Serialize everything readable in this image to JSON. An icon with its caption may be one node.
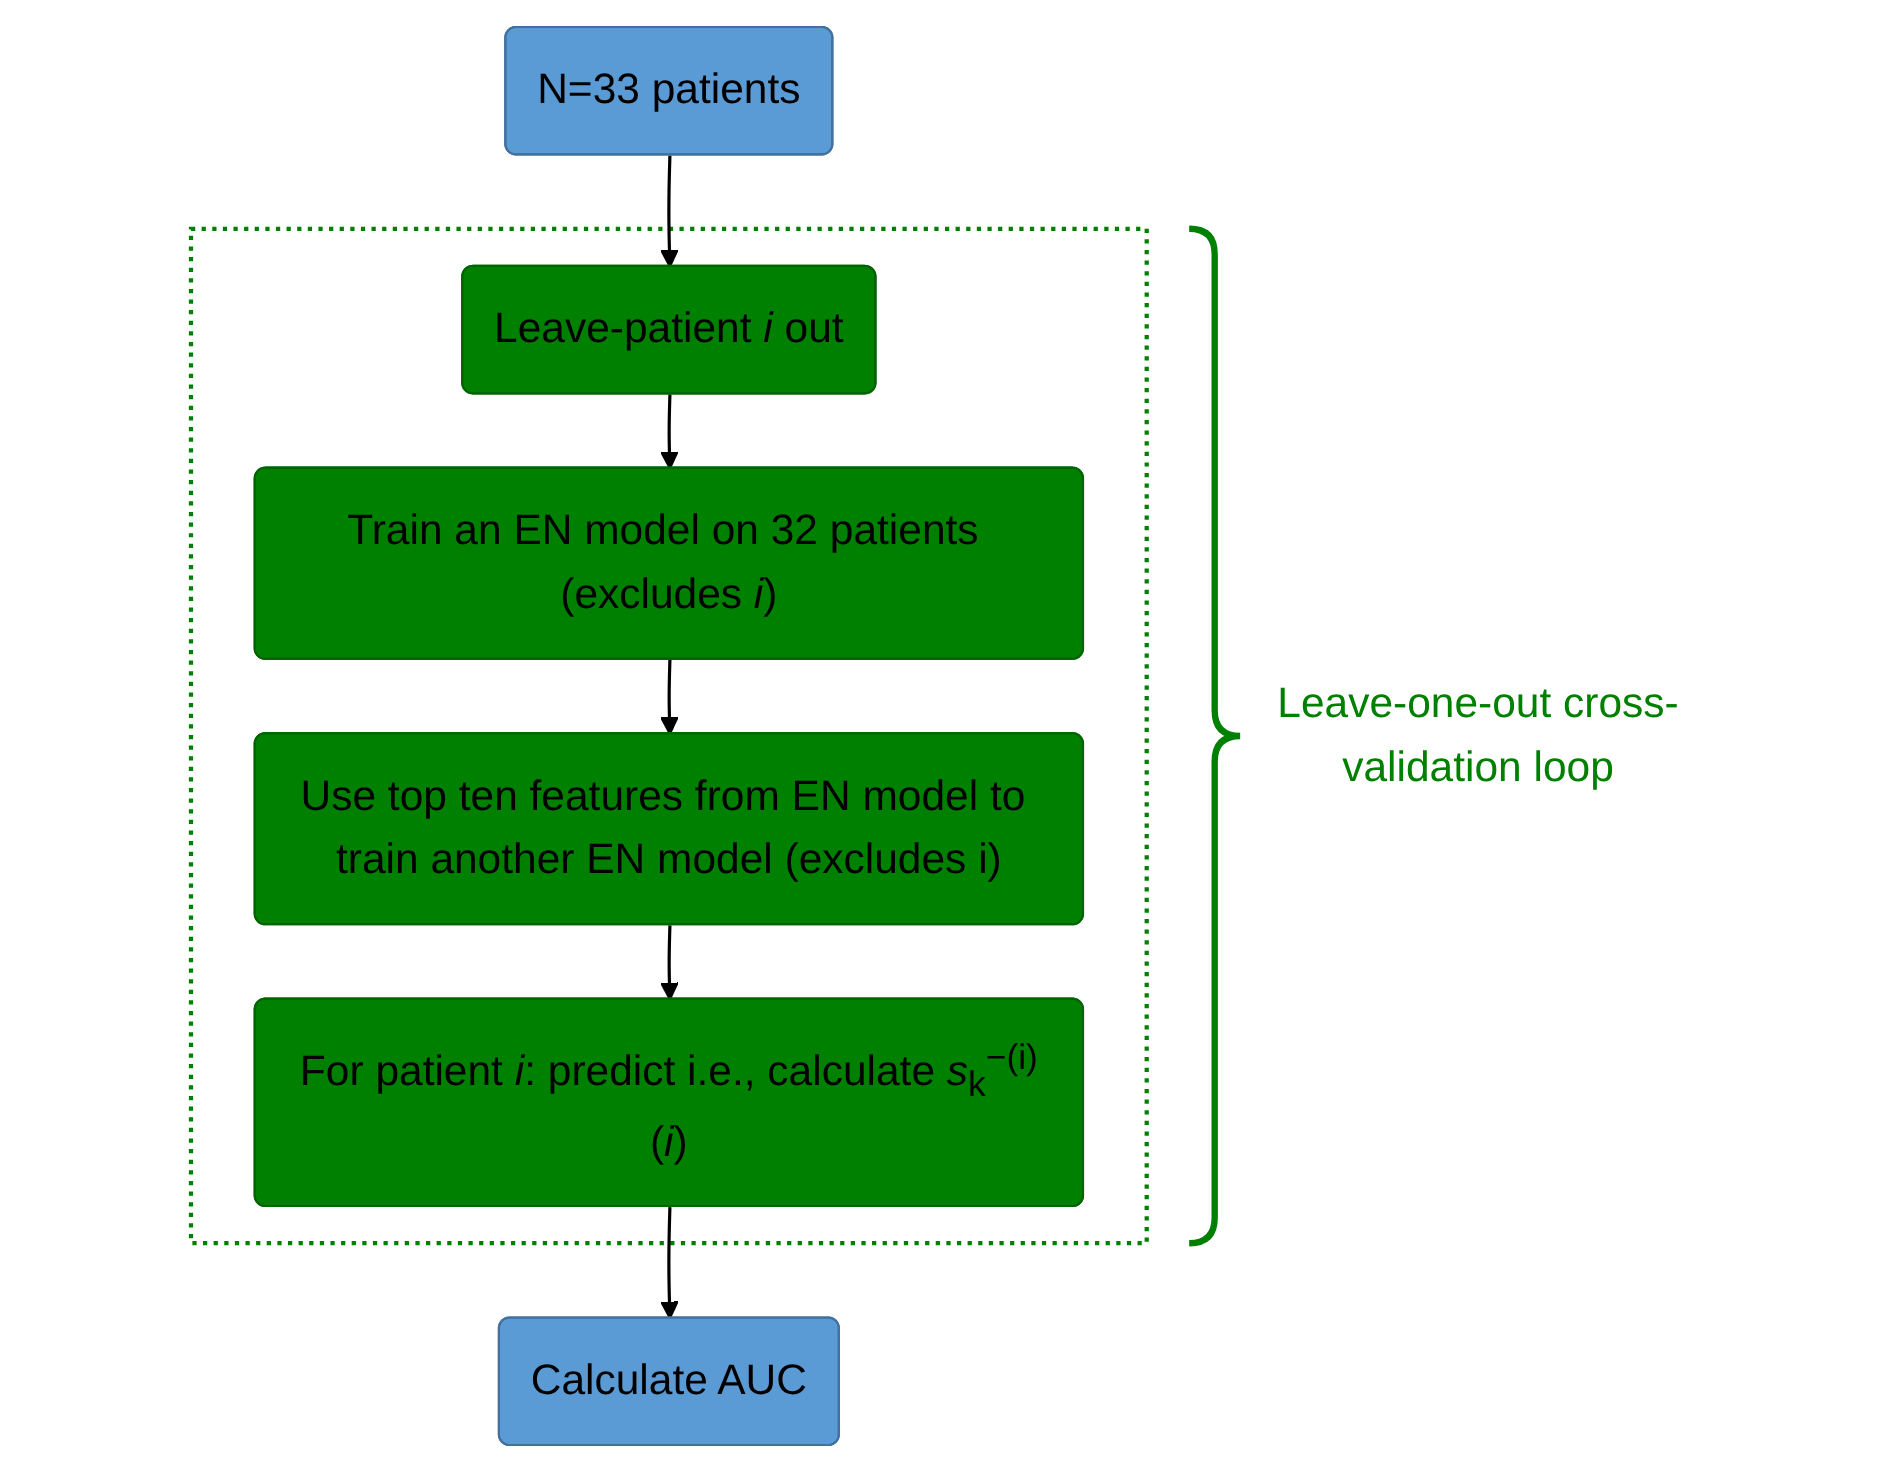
{
  "diagram": {
    "nodes": [
      {
        "text": [
          "N=33 patients"
        ]
      },
      {
        "text": [
          "Leave-one-out cross-validation loop"
        ]
      },
      {
        "text": [
          "Leave-patient *i* out"
        ],
        "in": 1
      },
      {
        "text": [
          "Train an EN model on 32 patients (excludes *i*)"
        ],
        "in": 1
      },
      {
        "text": [
          "Use top ten features from EN model to train another EN model (excludes i)"
        ],
        "in": 1
      },
      {
        "text": [
          "For patient *i*: predict i.e., calculate *s*$_{k}$$^{−(i)}$(*i*)"
        ],
        "in": 1
      },
      {
        "text": [
          "Calculate AUC"
        ]
      }
    ],
    "edges": [
      {
        "from": 0,
        "to": 2,
        "arrow": "to"
      },
      {
        "from": 2,
        "to": 3,
        "arrow": "to"
      },
      {
        "from": 3,
        "to": 4,
        "arrow": "to"
      },
      {
        "from": 4,
        "to": 5,
        "arrow": "to"
      },
      {
        "from": 5,
        "to": 6,
        "arrow": "to"
      }
    ]
  }
}
